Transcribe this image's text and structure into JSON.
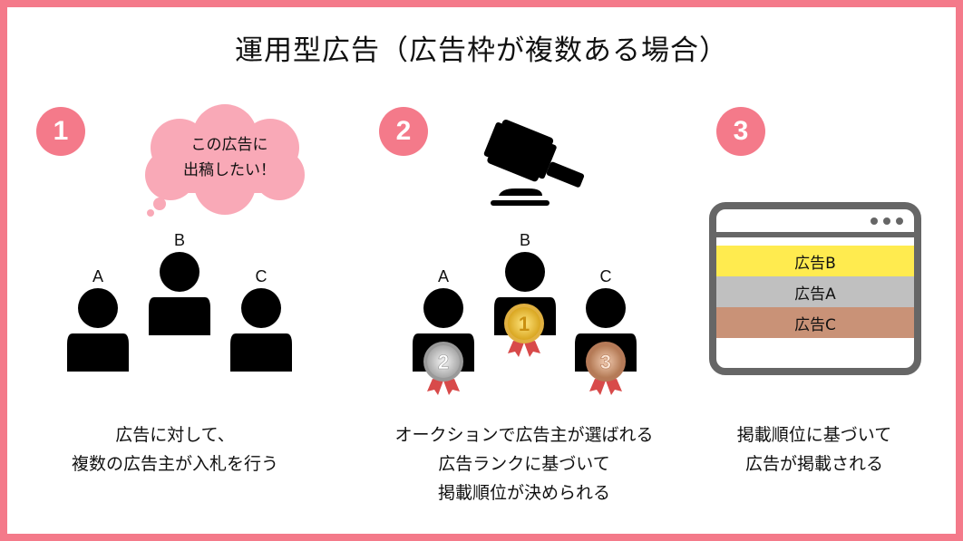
{
  "title": "運用型広告（広告枠が複数ある場合）",
  "steps": [
    {
      "number": "1",
      "bubble": [
        "この広告に",
        "出稿したい！"
      ],
      "people": [
        "A",
        "B",
        "C"
      ],
      "caption": [
        "広告に対して、",
        "複数の広告主が入札を行う"
      ]
    },
    {
      "number": "2",
      "people": [
        "A",
        "B",
        "C"
      ],
      "medals": [
        "2",
        "1",
        "3"
      ],
      "caption": [
        "オークションで広告主が選ばれる",
        "広告ランクに基づいて",
        "掲載順位が決められる"
      ]
    },
    {
      "number": "3",
      "ads": [
        {
          "label": "広告B",
          "color": "#ffeb4f"
        },
        {
          "label": "広告A",
          "color": "#c0c0c0"
        },
        {
          "label": "広告C",
          "color": "#c99277"
        }
      ],
      "caption": [
        "掲載順位に基づいて",
        "広告が掲載される"
      ]
    }
  ],
  "colors": {
    "accent": "#f47a8a",
    "bubble": "#f9a9b7",
    "frame": "#666666"
  }
}
